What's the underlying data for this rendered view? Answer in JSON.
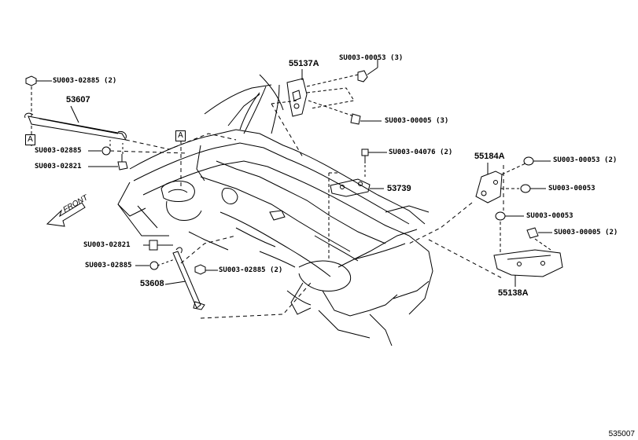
{
  "parts": {
    "p53607": "53607",
    "p53608": "53608",
    "p55137a": "55137A",
    "p55184a": "55184A",
    "p53739": "53739",
    "p55138a": "55138A"
  },
  "fasteners": {
    "f1": "SU003-02885 (2)",
    "f2": "SU003-02885",
    "f3": "SU003-02821",
    "f4": "SU003-00053 (3)",
    "f5": "SU003-00005 (3)",
    "f6": "SU003-04076 (2)",
    "f7": "SU003-00053 (2)",
    "f8": "SU003-00053",
    "f9": "SU003-00053",
    "f10": "SU003-00005 (2)",
    "f11": "SU003-02821",
    "f12": "SU003-02885",
    "f13": "SU003-02885 (2)"
  },
  "refs": {
    "a1": "A",
    "a2": "A"
  },
  "front_label": "FRONT",
  "diagram_code": "535007"
}
